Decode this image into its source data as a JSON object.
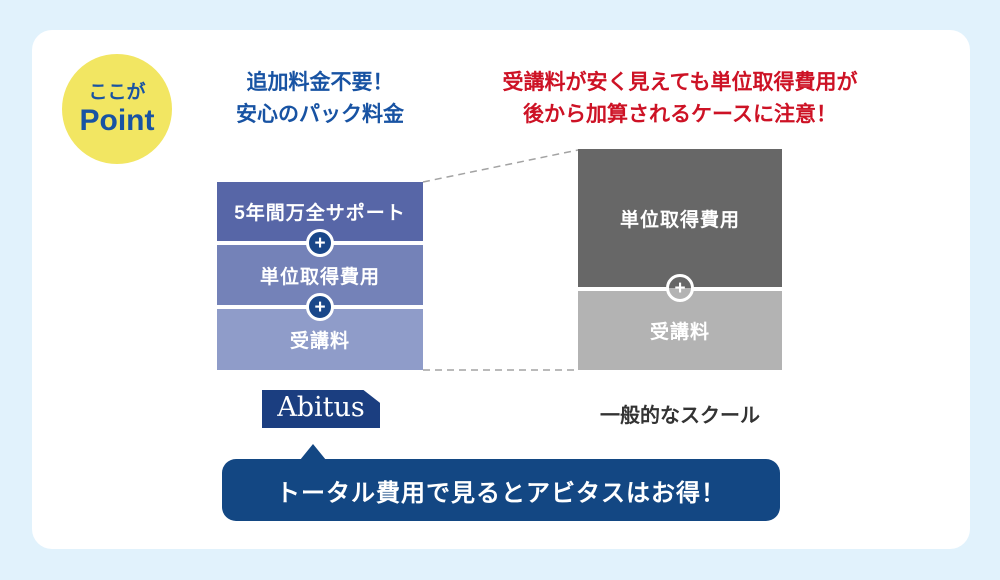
{
  "colors": {
    "page_background": "#E1F2FC",
    "card_background": "#FFFFFF",
    "point_circle_yellow": "#F2E662",
    "heading_blue": "#1853A3",
    "heading_red": "#CD1225",
    "navy_accent": "#134783",
    "abitus_segment_colors": [
      "#5766A7",
      "#7482B8",
      "#8F9CC9"
    ],
    "generic_segment_colors": [
      "#676767",
      "#B3B3B3"
    ]
  },
  "point_badge": {
    "line1": "ここが",
    "line2": "Point"
  },
  "headings": {
    "abitus": {
      "line1": "追加料金不要！",
      "line2": "安心のパック料金"
    },
    "generic": {
      "line1": "受講料が安く見えても単位取得費用が",
      "line2": "後から加算されるケースに注意！"
    }
  },
  "abitus_bar": {
    "segments": [
      {
        "label": "5年間万全サポート"
      },
      {
        "label": "単位取得費用"
      },
      {
        "label": "受講料"
      }
    ],
    "plus_icon": "+"
  },
  "generic_bar": {
    "segments": [
      {
        "label": "単位取得費用"
      },
      {
        "label": "受講料"
      }
    ],
    "plus_icon": "+"
  },
  "abitus_logo_text": "Abitus",
  "generic_label": "一般的なスクール",
  "banner_text": "トータル費用で見るとアビタスはお得！"
}
